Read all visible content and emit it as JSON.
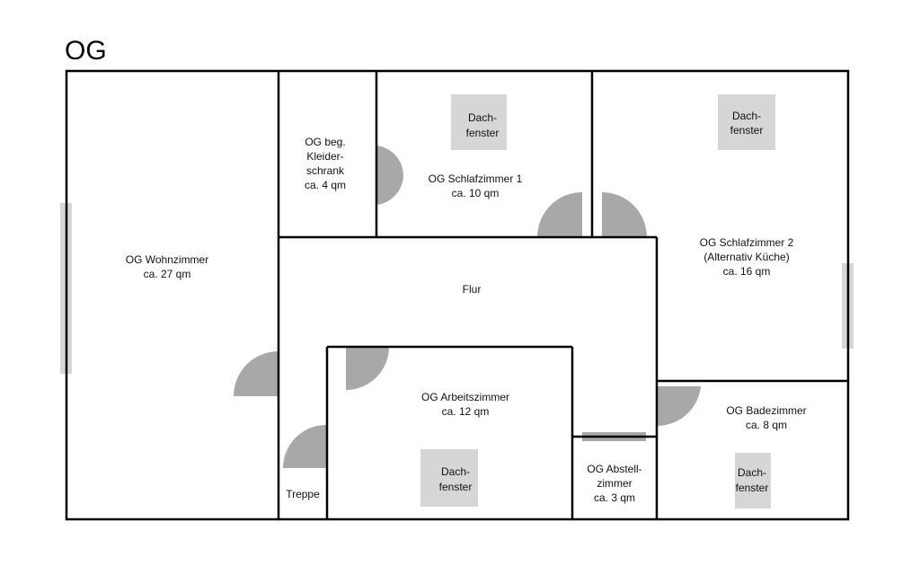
{
  "floor_label": "OG",
  "colors": {
    "wall": "#000000",
    "window": "#d6d6d6",
    "skylight": "#d6d6d6",
    "door": "#a8a8a8",
    "background": "#ffffff"
  },
  "rooms": {
    "wohnzimmer": {
      "lines": [
        "OG Wohnzimmer",
        "ca. 27 qm"
      ]
    },
    "kleiderschrank": {
      "lines": [
        "OG beg.",
        "Kleider-",
        "schrank",
        "ca. 4 qm"
      ]
    },
    "schlafzimmer1": {
      "lines": [
        "OG Schlafzimmer 1",
        "ca. 10 qm"
      ]
    },
    "schlafzimmer2": {
      "lines": [
        "OG Schlafzimmer 2",
        "(Alternativ Küche)",
        "ca. 16 qm"
      ]
    },
    "flur": {
      "lines": [
        "Flur"
      ]
    },
    "arbeitszimmer": {
      "lines": [
        "OG Arbeitszimmer",
        "ca. 12 qm"
      ]
    },
    "badezimmer": {
      "lines": [
        "OG Badezimmer",
        "ca. 8 qm"
      ]
    },
    "abstellzimmer": {
      "lines": [
        "OG Abstell-",
        "zimmer",
        "ca. 3 qm"
      ]
    },
    "treppe": {
      "lines": [
        "Treppe"
      ]
    }
  },
  "skylights": {
    "schlafzimmer1": [
      "Dach-",
      "fenster"
    ],
    "schlafzimmer2": [
      "Dach-",
      "fenster"
    ],
    "arbeitszimmer": [
      "Dach-",
      "fenster"
    ],
    "badezimmer": [
      "Dach-",
      "fenster"
    ]
  }
}
